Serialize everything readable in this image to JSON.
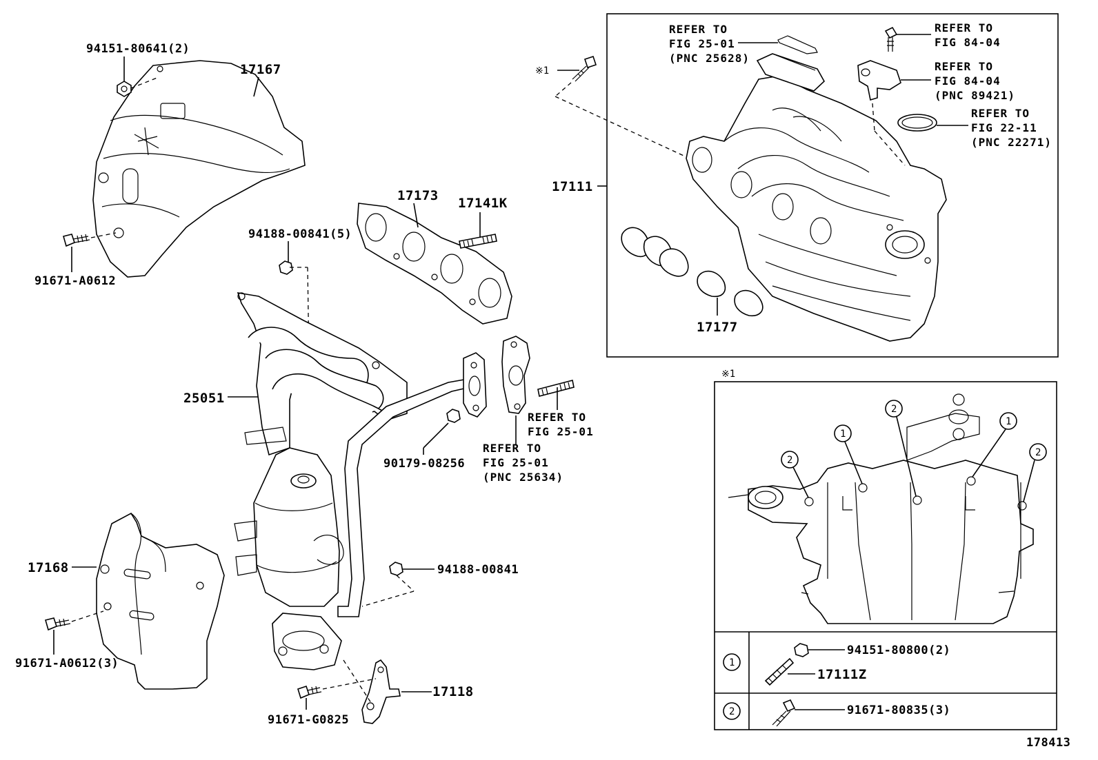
{
  "figure_id": "178413",
  "callout_marks": {
    "asterisk_top": "※1",
    "asterisk_box": "※1"
  },
  "left_labels": {
    "p_94151_80641": "94151-80641(2)",
    "p_17167": "17167",
    "p_91671_a0612_top": "91671-A0612",
    "p_94188_00841_5": "94188-00841(5)",
    "p_17173": "17173",
    "p_17141k": "17141K",
    "p_25051": "25051",
    "p_90179_08256": "90179-08256",
    "p_17168": "17168",
    "p_94188_00841": "94188-00841",
    "p_91671_a0612_3": "91671-A0612(3)",
    "p_91671_g0825": "91671-G0825",
    "p_17118": "17118"
  },
  "refer_blocks": {
    "gasket_a": [
      "REFER TO",
      "FIG 25-01"
    ],
    "gasket_b": [
      "REFER TO",
      "FIG 25-01",
      "(PNC 25634)"
    ]
  },
  "intake_box": {
    "p_17111": "17111",
    "p_17177": "17177",
    "refer_1": [
      "REFER TO",
      "FIG 25-01",
      "(PNC 25628)"
    ],
    "refer_2": [
      "REFER TO",
      "FIG 84-04"
    ],
    "refer_3": [
      "REFER TO",
      "FIG 84-04",
      "(PNC 89421)"
    ],
    "refer_4": [
      "REFER TO",
      "FIG 22-11",
      "(PNC 22271)"
    ]
  },
  "detail_box": {
    "circle_1": "1",
    "circle_2": "2",
    "row1_a": "94151-80800(2)",
    "row1_b": "17111Z",
    "row2_a": "91671-80835(3)"
  }
}
